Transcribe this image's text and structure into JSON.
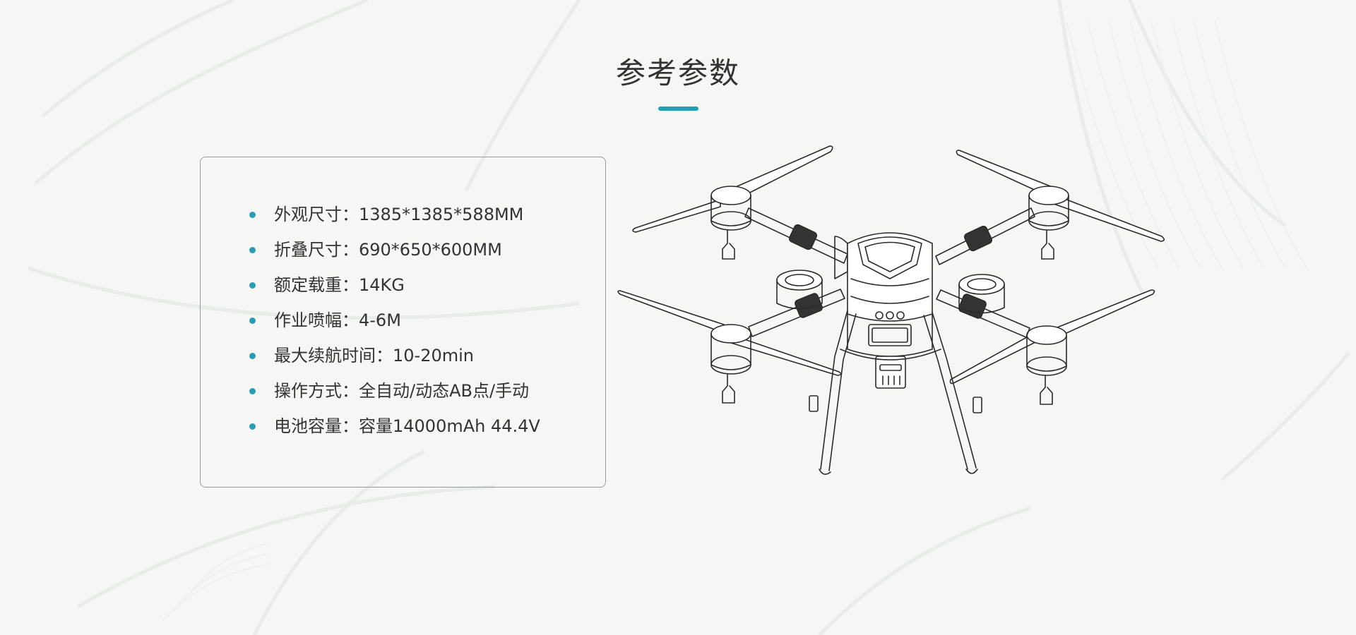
{
  "title": "参考参数",
  "colors": {
    "accent": "#2a9db6",
    "text": "#333333",
    "background": "#f6f6f5",
    "card_border": "#9a9a9a"
  },
  "specs": [
    {
      "label": "外观尺寸",
      "separator": "：",
      "value": "1385*1385*588MM"
    },
    {
      "label": "折叠尺寸",
      "separator": "：",
      "value": "690*650*600MM"
    },
    {
      "label": "额定载重",
      "separator": "：",
      "value": "14KG"
    },
    {
      "label": "作业喷幅",
      "separator": "：",
      "value": "4-6M"
    },
    {
      "label": "最大续航时间",
      "separator": "：",
      "value": "10-20min"
    },
    {
      "label": "操作方式",
      "separator": "：",
      "value": "全自动/动态AB点/手动"
    },
    {
      "label": "电池容量",
      "separator": "：",
      "value": "容量14000mAh 44.4V"
    }
  ],
  "image": {
    "icon": "agricultural-drone-line-drawing"
  }
}
